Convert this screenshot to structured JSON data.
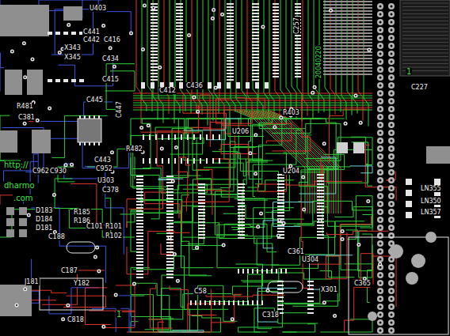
{
  "diagram": {
    "labels": [
      "U403",
      "C441",
      "C442",
      "X343",
      "X345",
      "C416",
      "C434",
      "C415",
      "C445",
      "C447",
      "R481",
      "C381",
      "C443",
      "C952",
      "C962",
      "C930",
      "U303",
      "C378",
      "R482",
      "http://",
      "dharmo",
      ".com",
      "D183",
      "D184",
      "D181",
      "R185",
      "R186",
      "C188",
      "C101",
      "R101",
      "R102",
      "C187",
      "Y182",
      "J181",
      "C818",
      "1",
      "U206",
      "U204",
      "R403",
      "C361",
      "U304",
      "C58",
      "C318",
      "X301",
      "C365",
      "C227",
      "1",
      "LN355",
      "LN350",
      "LN357",
      "20040220",
      "C257",
      "C436",
      "C412"
    ]
  }
}
